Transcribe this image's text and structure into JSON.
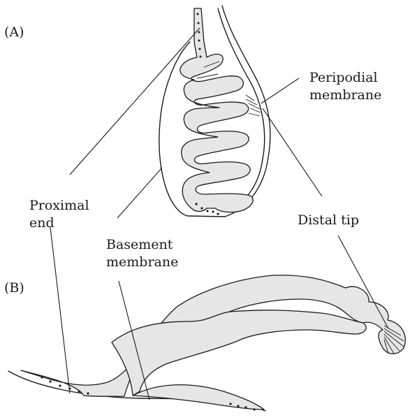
{
  "panels": {
    "a_label": "(A)",
    "b_label": "(B)"
  },
  "labels": {
    "peripodial_line1": "Peripodial",
    "peripodial_line2": "membrane",
    "proximal_line1": "Proximal",
    "proximal_line2": "end",
    "distal": "Distal tip",
    "basement_line1": "Basement",
    "basement_line2": "membrane"
  }
}
